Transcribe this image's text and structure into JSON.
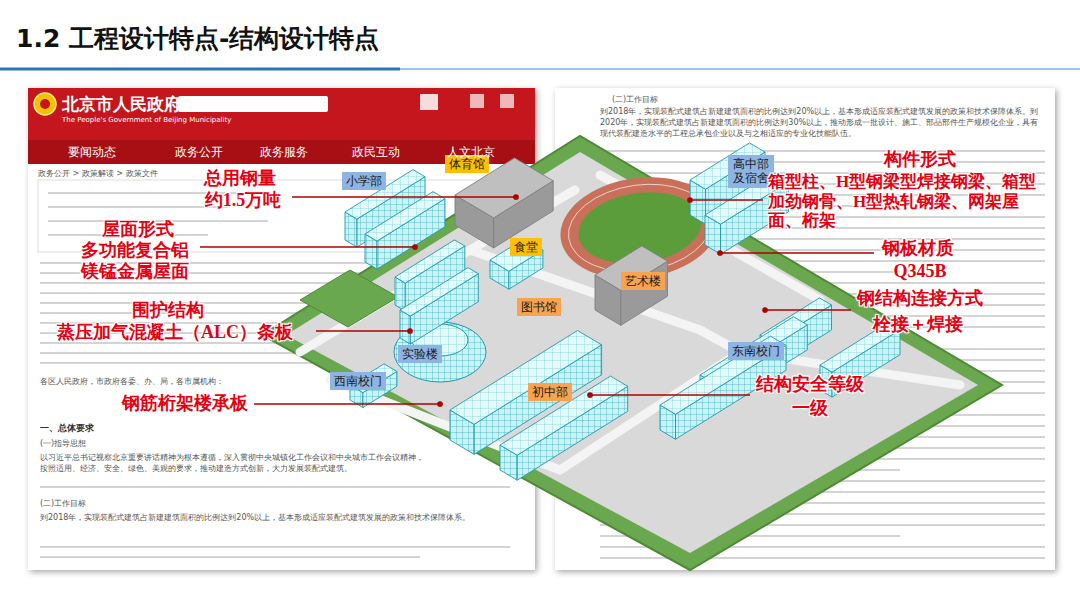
{
  "diagram": {
    "title": "1.2 工程设计特点-结构设计特点",
    "nodes": [
      {
        "text": [
          "小学部"
        ]
      },
      {
        "text": [
          "体育馆"
        ]
      },
      {
        "text": [
          "高中部 及宿舍"
        ]
      },
      {
        "text": [
          "食堂"
        ]
      },
      {
        "text": [
          "图书馆"
        ]
      },
      {
        "text": [
          "艺术楼"
        ]
      },
      {
        "text": [
          "实验楼"
        ]
      },
      {
        "text": [
          "西南校门"
        ]
      },
      {
        "text": [
          "初中部"
        ]
      },
      {
        "text": [
          "东南校门"
        ]
      }
    ],
    "labels": [
      "北京市人民政府",
      "The People's Government of Beijing Municipality",
      "要闻动态",
      "政务公开",
      "政务服务",
      "政民互动",
      "人文北京",
      "政务公开 > 政策解读 > 政策文件",
      "各区人民政府，市政府各委、办、局，各市属机构：",
      "一、总体要求",
      "(一)指导思想",
      "以习近平总书记视察北京重要讲话精神为根本遵循，深入贯彻中央城镇化工作会议和中央城市工作会议精神，按照适用、经济、安全、绿色、美观的要求，推动建造方式创新，大力发展装配式建筑。",
      "(二)工作目标",
      "到2018年，实现装配式建筑占新建建筑面积的比例达到20%以上，基本形成适应装配式建筑发展的政策和技术保障体系。",
      "(二)工作目标",
      "到2018年，实现装配式建筑占新建建筑面积的比例达到20%以上，基本形成适应装配式建筑发展的政策和技术保障体系。到2020年，实现装配式建筑占新建建筑面积的比例达到30%以上，推动形成一批设计、施工、部品部件生产规模化企业，具有现代装配建造水平的工程总承包企业以及与之相适应的专业化技能队伍。",
      "总用钢量",
      "约1.5万吨",
      "屋面形式",
      "多功能复合铝 镁锰金属屋面",
      "围护结构",
      "蒸压加气混凝土（ALC）条板",
      "钢筋桁架楼承板",
      "构件形式",
      "箱型柱、H型钢梁型焊接钢梁、箱型加劲钢骨、H型热轧钢梁、网架屋面、桁架",
      "钢板材质",
      "Q345B",
      "钢结构连接方式",
      "栓接＋焊接",
      "结构安全等级",
      "一级"
    ]
  }
}
